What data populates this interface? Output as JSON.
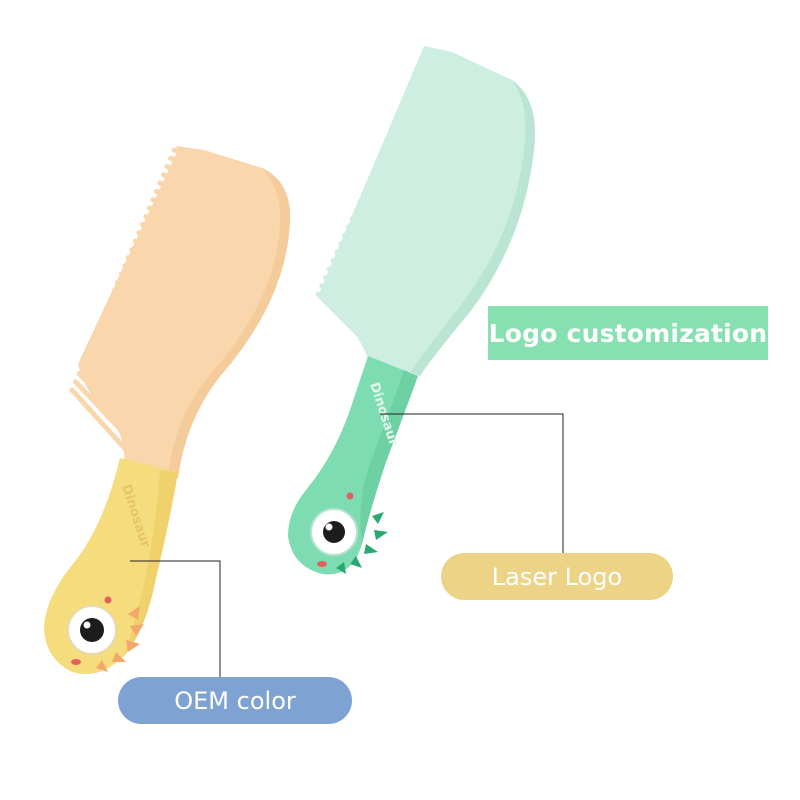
{
  "labels": {
    "logo_customization": "Logo customization",
    "laser_logo": "Laser Logo",
    "oem_color": "OEM color"
  },
  "engraving": {
    "left_comb": "Dinosaur",
    "right_comb": "Dinosaur"
  },
  "colors": {
    "left_comb_body": "#f9d6ab",
    "left_comb_handle": "#f5dc7d",
    "right_comb_body": "#cdeee0",
    "right_comb_handle": "#7ddcb2",
    "banner_green": "#86e0b0",
    "pill_yellow": "#ecd386",
    "pill_blue": "#7ea3d3"
  }
}
